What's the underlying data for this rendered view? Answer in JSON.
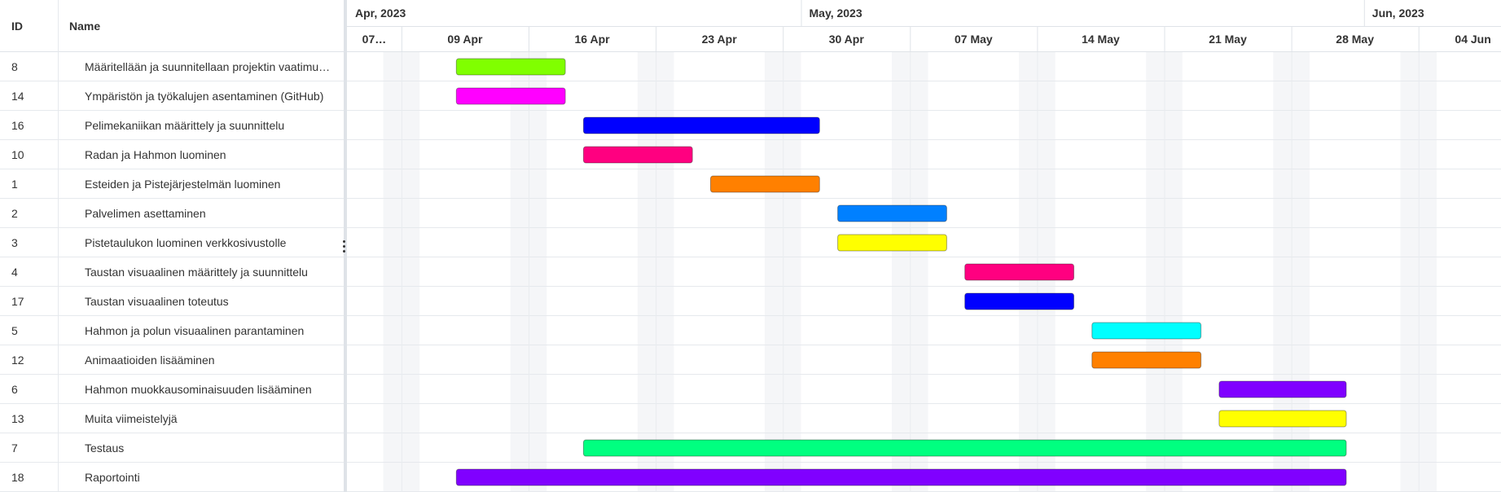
{
  "columns": {
    "id": "ID",
    "name": "Name"
  },
  "tasks": [
    {
      "id": "8",
      "name": "Määritellään ja suunnitellaan projektin vaatimukset"
    },
    {
      "id": "14",
      "name": "Ympäristön ja työkalujen asentaminen (GitHub)"
    },
    {
      "id": "16",
      "name": "Pelimekaniikan määrittely ja suunnittelu"
    },
    {
      "id": "10",
      "name": "Radan ja Hahmon luominen"
    },
    {
      "id": "1",
      "name": "Esteiden ja Pistejärjestelmän luominen"
    },
    {
      "id": "2",
      "name": "Palvelimen asettaminen"
    },
    {
      "id": "3",
      "name": "Pistetaulukon luominen verkkosivustolle"
    },
    {
      "id": "4",
      "name": "Taustan visuaalinen määrittely ja suunnittelu"
    },
    {
      "id": "17",
      "name": "Taustan visuaalinen toteutus"
    },
    {
      "id": "5",
      "name": "Hahmon ja polun visuaalinen parantaminen"
    },
    {
      "id": "12",
      "name": " Animaatioiden lisääminen"
    },
    {
      "id": "6",
      "name": "Hahmon muokkausominaisuuden lisääminen"
    },
    {
      "id": "13",
      "name": "Muita viimeistelyjä"
    },
    {
      "id": "7",
      "name": "Testaus"
    },
    {
      "id": "18",
      "name": "Raportointi"
    }
  ],
  "chart_data": {
    "type": "gantt",
    "x_range": [
      "2023-04-06",
      "2023-06-10"
    ],
    "months": [
      {
        "label": "Apr, 2023",
        "start": "2023-04-06"
      },
      {
        "label": "May, 2023",
        "start": "2023-05-01"
      },
      {
        "label": "Jun, 2023",
        "start": "2023-06-01"
      }
    ],
    "weeks": [
      {
        "label": "07…",
        "start": "2023-04-06"
      },
      {
        "label": "09 Apr",
        "start": "2023-04-09"
      },
      {
        "label": "16 Apr",
        "start": "2023-04-16"
      },
      {
        "label": "23 Apr",
        "start": "2023-04-23"
      },
      {
        "label": "30 Apr",
        "start": "2023-04-30"
      },
      {
        "label": "07 May",
        "start": "2023-05-07"
      },
      {
        "label": "14 May",
        "start": "2023-05-14"
      },
      {
        "label": "21 May",
        "start": "2023-05-21"
      },
      {
        "label": "28 May",
        "start": "2023-05-28"
      },
      {
        "label": "04 Jun",
        "start": "2023-06-04"
      }
    ],
    "bars": [
      {
        "id": "8",
        "start": "2023-04-12",
        "end": "2023-04-18",
        "color": "#80ff00"
      },
      {
        "id": "14",
        "start": "2023-04-12",
        "end": "2023-04-18",
        "color": "#ff00ff"
      },
      {
        "id": "16",
        "start": "2023-04-19",
        "end": "2023-05-02",
        "color": "#0000ff"
      },
      {
        "id": "10",
        "start": "2023-04-19",
        "end": "2023-04-25",
        "color": "#ff0080"
      },
      {
        "id": "1",
        "start": "2023-04-26",
        "end": "2023-05-02",
        "color": "#ff8000"
      },
      {
        "id": "2",
        "start": "2023-05-03",
        "end": "2023-05-09",
        "color": "#0080ff"
      },
      {
        "id": "3",
        "start": "2023-05-03",
        "end": "2023-05-09",
        "color": "#ffff00"
      },
      {
        "id": "4",
        "start": "2023-05-10",
        "end": "2023-05-16",
        "color": "#ff0080"
      },
      {
        "id": "17",
        "start": "2023-05-10",
        "end": "2023-05-16",
        "color": "#0000ff"
      },
      {
        "id": "5",
        "start": "2023-05-17",
        "end": "2023-05-23",
        "color": "#00ffff"
      },
      {
        "id": "12",
        "start": "2023-05-17",
        "end": "2023-05-23",
        "color": "#ff8000"
      },
      {
        "id": "6",
        "start": "2023-05-24",
        "end": "2023-05-31",
        "color": "#8000ff"
      },
      {
        "id": "13",
        "start": "2023-05-24",
        "end": "2023-05-31",
        "color": "#ffff00"
      },
      {
        "id": "7",
        "start": "2023-04-19",
        "end": "2023-05-31",
        "color": "#00ff80"
      },
      {
        "id": "18",
        "start": "2023-04-12",
        "end": "2023-05-31",
        "color": "#8000ff"
      }
    ]
  }
}
